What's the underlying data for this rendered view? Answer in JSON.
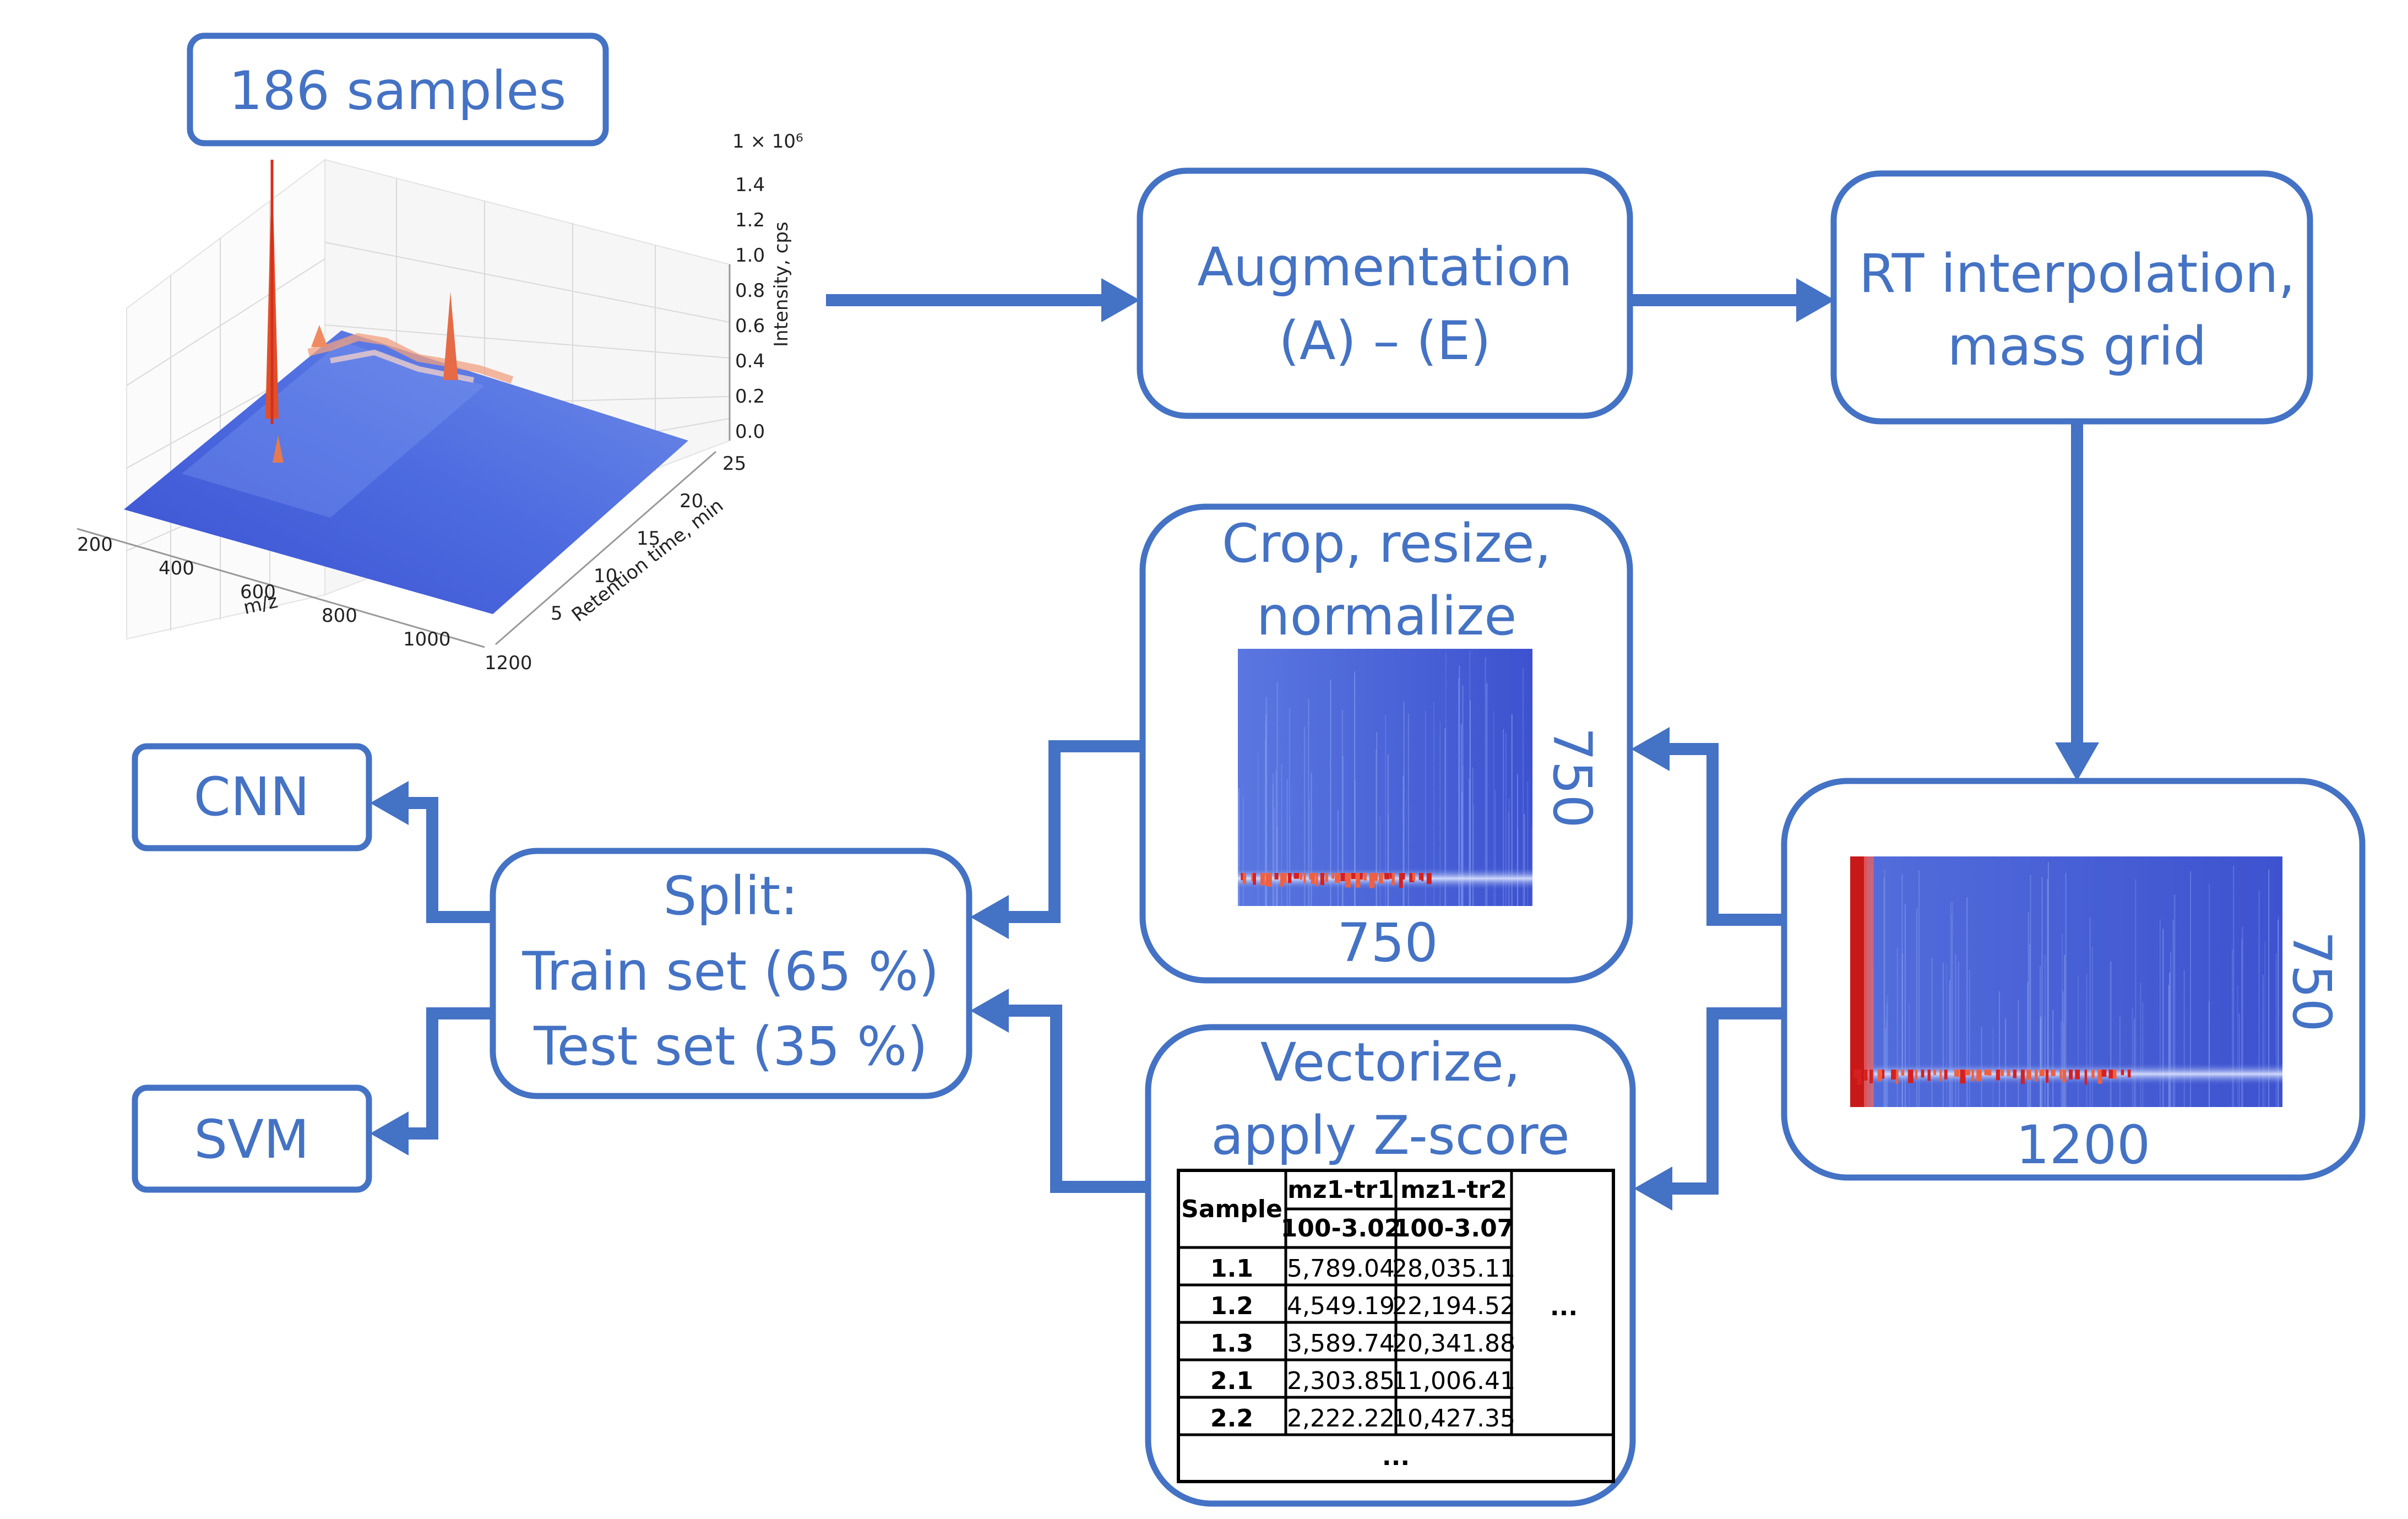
{
  "nodes": {
    "samples": "186 samples",
    "augmentation": [
      "Augmentation",
      "(A) – (E)"
    ],
    "rt_interpolation": [
      "RT interpolation,",
      "mass grid"
    ],
    "full_image": {
      "width_label": "1200",
      "height_label": "750"
    },
    "crop": {
      "title": [
        "Crop, resize,",
        "normalize"
      ],
      "width_label": "750",
      "height_label": "750"
    },
    "vectorize": {
      "title": [
        "Vectorize,",
        "apply Z-score"
      ]
    },
    "split": [
      "Split:",
      "Train set (65 %)",
      "Test set (35 %)"
    ],
    "cnn": "CNN",
    "svm": "SVM"
  },
  "plot3d": {
    "scale": "1 × 10⁶",
    "z_label": "Intensity, cps",
    "z_ticks": [
      "0.0",
      "0.2",
      "0.4",
      "0.6",
      "0.8",
      "1.0",
      "1.2",
      "1.4"
    ],
    "x_label": "m/z",
    "x_ticks": [
      "200",
      "400",
      "600",
      "800",
      "1000",
      "1200"
    ],
    "y_label": "Retention time, min",
    "y_ticks": [
      "5",
      "10",
      "15",
      "20",
      "25"
    ]
  },
  "table": {
    "header": {
      "sample": "Sample",
      "col1": "mz1-tr1",
      "col2": "mz1-tr2"
    },
    "subheader": {
      "col1": "100-3.02",
      "col2": "100-3.07"
    },
    "rows": [
      {
        "sample": "1.1",
        "v1": "5,789.04",
        "v2": "28,035.11"
      },
      {
        "sample": "1.2",
        "v1": "4,549.19",
        "v2": "22,194.52"
      },
      {
        "sample": "1.3",
        "v1": "3,589.74",
        "v2": "20,341.88"
      },
      {
        "sample": "2.1",
        "v1": "2,303.85",
        "v2": "11,006.41"
      },
      {
        "sample": "2.2",
        "v1": "2,222.22",
        "v2": "10,427.35"
      }
    ],
    "ellipsis_right": "...",
    "ellipsis_bottom": "..."
  },
  "colors": {
    "accent": "#4472c4",
    "heat_low": "#3f55d0",
    "heat_high": "#d62020"
  }
}
